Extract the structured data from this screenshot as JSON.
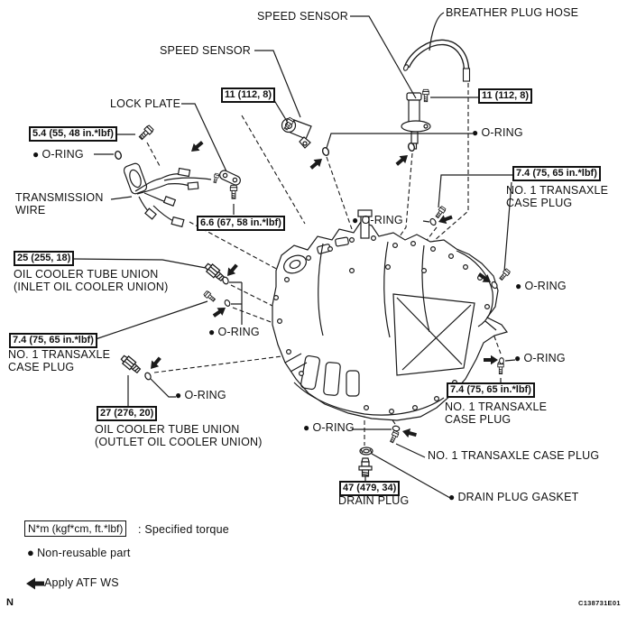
{
  "glyphs": {
    "bullet": "●"
  },
  "colors": {
    "ink": "#1a1a1a",
    "bg": "#ffffff"
  },
  "labels": {
    "speed_sensor_top": "SPEED SENSOR",
    "breather_plug_hose": "BREATHER PLUG HOSE",
    "speed_sensor_left": "SPEED SENSOR",
    "lock_plate": "LOCK PLATE",
    "transmission_line1": "TRANSMISSION",
    "transmission_line2": "WIRE",
    "o_ring": "O-RING",
    "oil_cooler_inlet_line1": "OIL COOLER TUBE UNION",
    "oil_cooler_inlet_line2": "(INLET OIL COOLER UNION)",
    "oil_cooler_outlet_line1": "OIL COOLER TUBE UNION",
    "oil_cooler_outlet_line2": "(OUTLET OIL COOLER UNION)",
    "no1_transaxle_line1": "NO. 1 TRANSAXLE",
    "no1_transaxle_line2": "CASE PLUG",
    "no1_transaxle_inline": "NO. 1 TRANSAXLE CASE PLUG",
    "drain_plug": "DRAIN PLUG",
    "drain_plug_gasket": "DRAIN PLUG GASKET"
  },
  "torques": {
    "t11": "11 (112, 8)",
    "t54": "5.4 (55, 48 in.*lbf)",
    "t66": "6.6 (67, 58 in.*lbf)",
    "t25": "25 (255, 18)",
    "t74": "7.4 (75, 65 in.*lbf)",
    "t27": "27 (276, 20)",
    "t47": "47 (479, 34)"
  },
  "legend": {
    "torque_key": "N*m (kgf*cm, ft.*lbf)",
    "torque_desc": ": Specified torque",
    "non_reusable": "Non-reusable part",
    "apply_atf": "Apply ATF WS"
  },
  "footer": {
    "page_marker": "N",
    "figure_code": "C138731E01"
  }
}
